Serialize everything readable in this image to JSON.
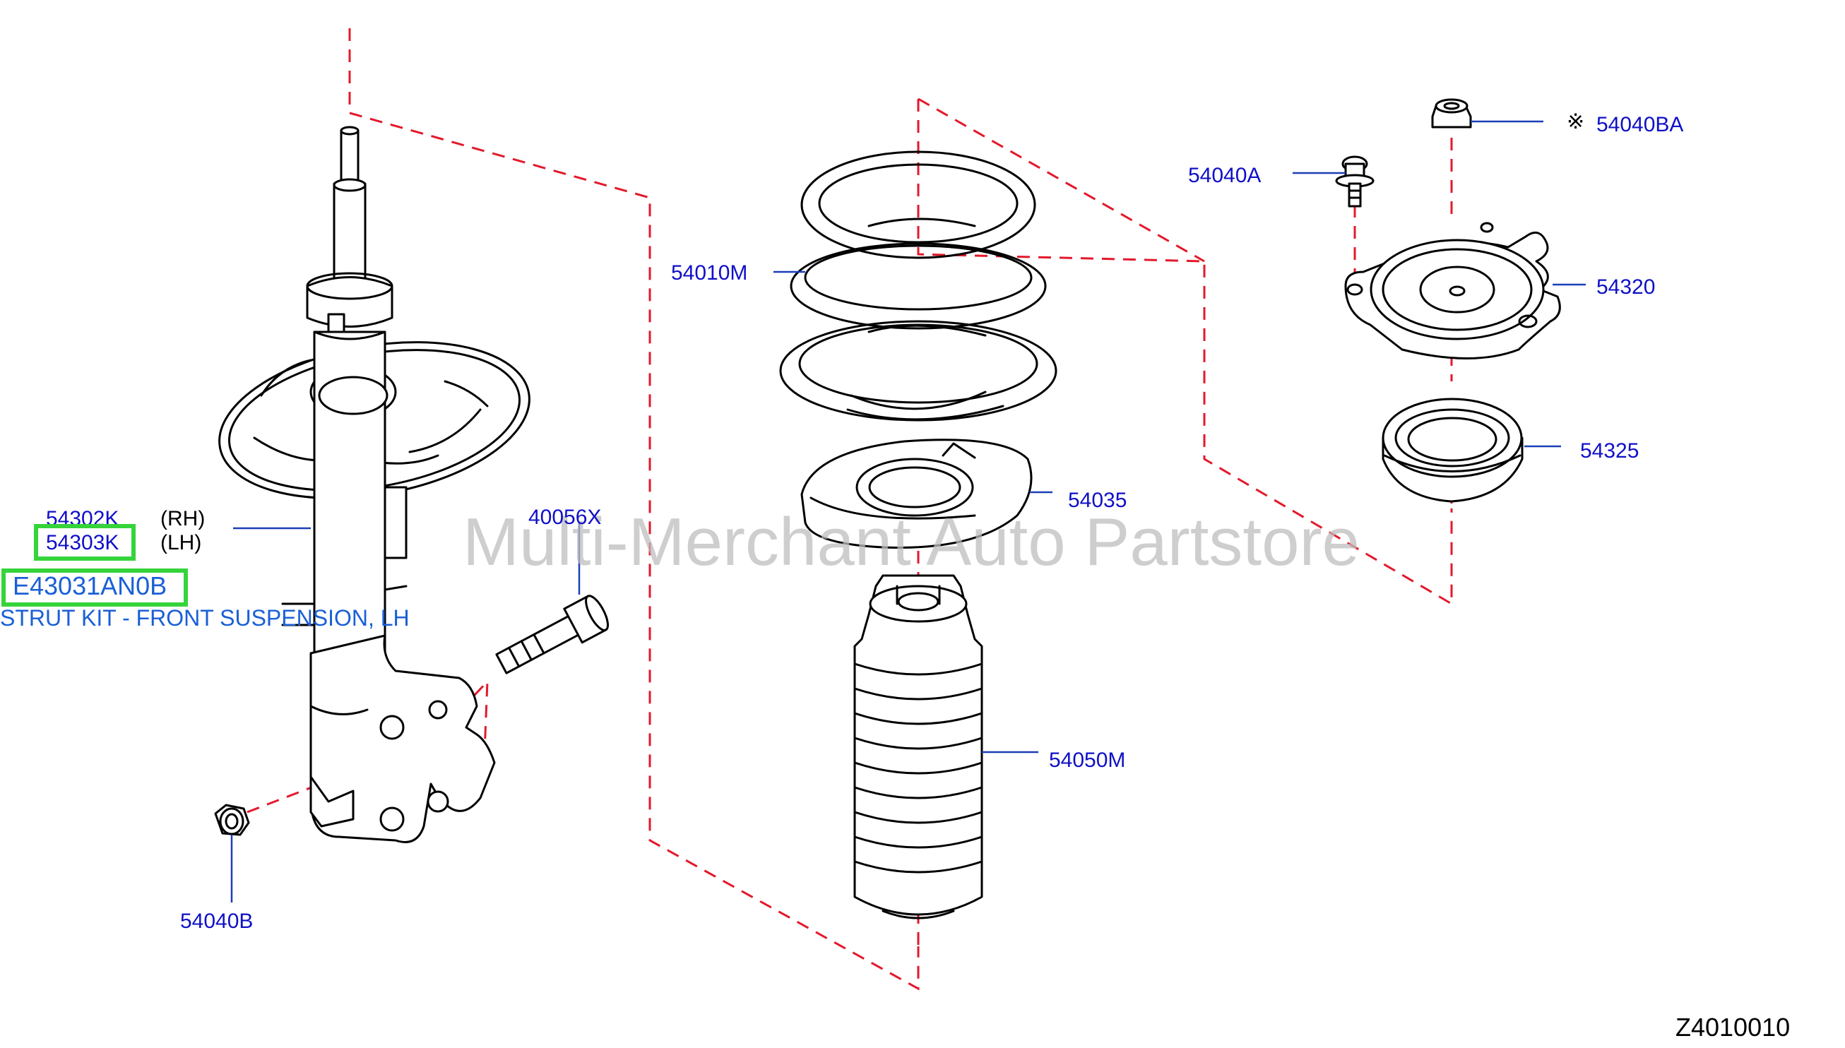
{
  "parts": {
    "p54302K": "54302K",
    "rh": "(RH)",
    "p54303K": "54303K",
    "lh": "(LH)",
    "kit_number": "E43031AN0B",
    "kit_description": "STRUT KIT - FRONT SUSPENSION, LH",
    "p40056X": "40056X",
    "p54040B": "54040B",
    "p54010M": "54010M",
    "p54035": "54035",
    "p54050M": "54050M",
    "p54040A": "54040A",
    "asterisk": "※",
    "p54040BA": "54040BA",
    "p54320": "54320",
    "p54325": "54325"
  },
  "watermark": "Multi-Merchant Auto Partstore",
  "diagram_code": "Z4010010",
  "colors": {
    "label": "#1010c8",
    "leader": "#1a3fb8",
    "dashed_outline": "#e3192b",
    "highlight": "#35d43a",
    "kit_text": "#1a5fd6"
  }
}
